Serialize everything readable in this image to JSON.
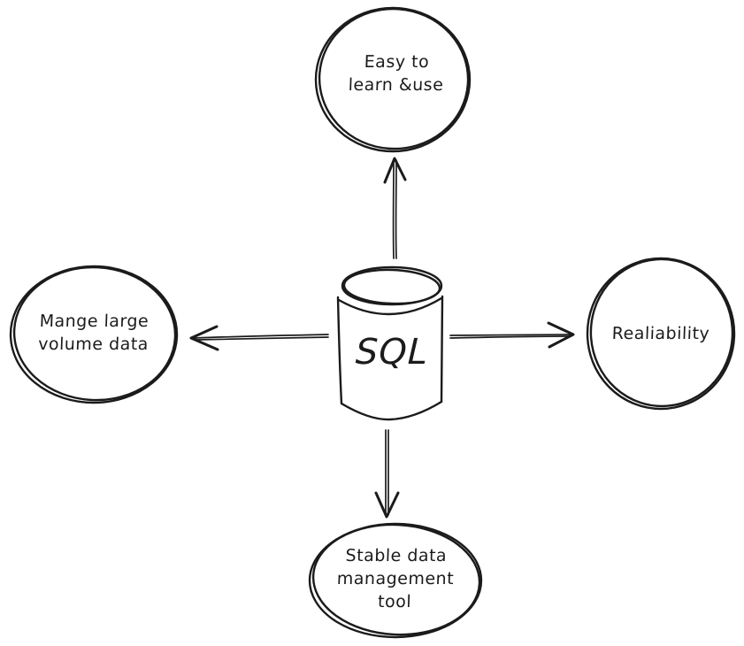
{
  "diagram": {
    "title": "SQL advantages diagram",
    "style": "hand-drawn sketch (Excalidraw-like)",
    "colors": {
      "stroke": "#1b1b1b",
      "background": "#ffffff"
    },
    "center": {
      "shape": "database-cylinder",
      "label": "SQL"
    },
    "nodes": {
      "top": {
        "shape": "circle",
        "label": "Easy to\nlearn &use"
      },
      "right": {
        "shape": "circle",
        "label": "Realiability"
      },
      "bottom": {
        "shape": "ellipse",
        "label": "Stable data\nmanagement\ntool"
      },
      "left": {
        "shape": "ellipse",
        "label": "Mange large\nvolume data"
      }
    },
    "arrows": [
      {
        "from": "center",
        "to": "top",
        "direction": "up"
      },
      {
        "from": "center",
        "to": "right",
        "direction": "right"
      },
      {
        "from": "center",
        "to": "bottom",
        "direction": "down"
      },
      {
        "from": "center",
        "to": "left",
        "direction": "left"
      }
    ]
  }
}
